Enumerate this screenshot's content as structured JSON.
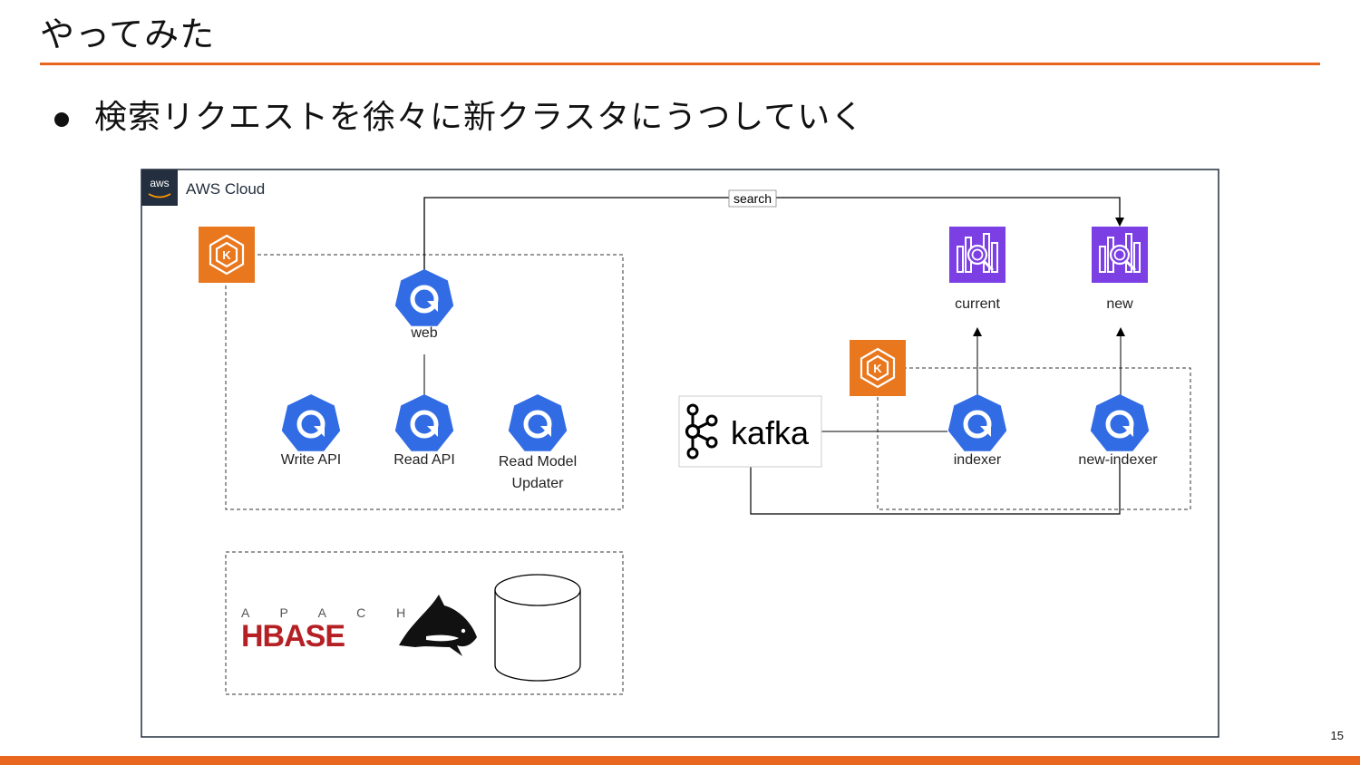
{
  "slide": {
    "title": "やってみた",
    "bullet": "検索リクエストを徐々に新クラスタにうつしていく",
    "page_number": "15",
    "accent_color": "#e8661e"
  },
  "diagram": {
    "cloud_label": "AWS Cloud",
    "aws_badge_text": "aws",
    "edge_label": "search",
    "services": {
      "web": "web",
      "write_api": "Write API",
      "read_api": "Read API",
      "read_model_updater_line1": "Read Model",
      "read_model_updater_line2": "Updater",
      "indexer": "indexer",
      "new_indexer": "new-indexer"
    },
    "search_clusters": {
      "current": "current",
      "new": "new"
    },
    "kafka_label": "kafka",
    "hbase_logo": {
      "line1": "A P A C H E",
      "line2": "HBASE"
    },
    "icons": {
      "eks": "eks-cluster-icon",
      "k8s_service": "kubernetes-service-icon",
      "opensearch": "opensearch-icon",
      "kafka": "kafka-icon",
      "hbase": "hbase-logo",
      "database": "database-cylinder-icon"
    },
    "colors": {
      "eks_orange": "#e8771e",
      "k8s_blue": "#326ce5",
      "opensearch_purple": "#7b3fe4",
      "hbase_red": "#b52025"
    }
  }
}
